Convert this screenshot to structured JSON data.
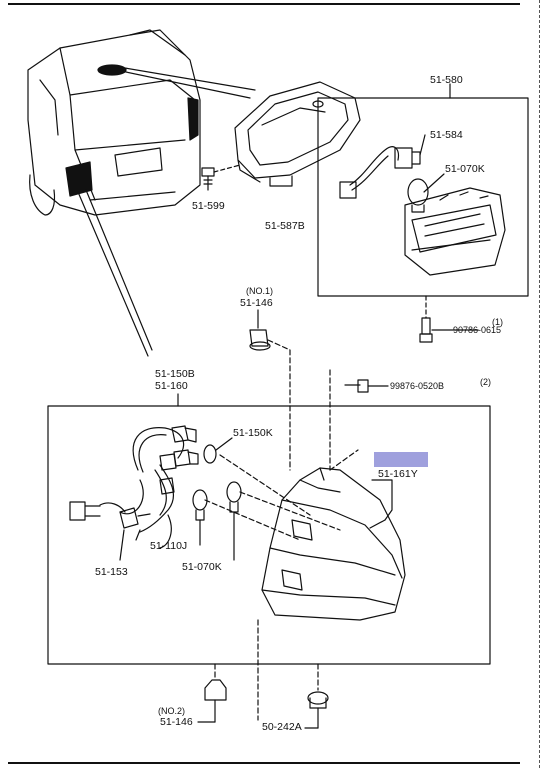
{
  "labels": {
    "l_51580": "51-580",
    "l_51584": "51-584",
    "l_51070k_top": "51-070K",
    "l_51599": "51-599",
    "l_51587b": "51-587B",
    "l_no1": "(NO.1)",
    "l_51146_top": "51-146",
    "l_1": "(1)",
    "l_2": "(2)",
    "l_90786": "90786-0615",
    "l_51150b": "51-150B",
    "l_51160": "51-160",
    "l_99876": "99876-0520B",
    "l_51150k": "51-150K",
    "l_51161y": "51-161Y",
    "l_51110j": "51-110J",
    "l_51070k_bot": "51-070K",
    "l_51153": "51-153",
    "l_no2": "(NO.2)",
    "l_51146_bot": "51-146",
    "l_50242a": "50-242A"
  },
  "highlight_color": "#9fa0dd"
}
